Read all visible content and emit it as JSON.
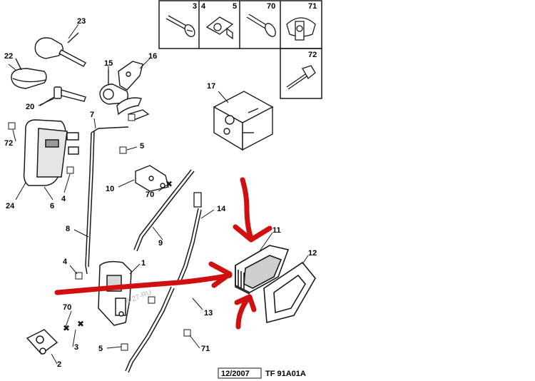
{
  "diagram": {
    "callouts": {
      "n23": "23",
      "n22": "22",
      "n20": "20",
      "n15": "15",
      "n16": "16",
      "n7": "7",
      "n72": "72",
      "n24": "24",
      "n6": "6",
      "n4a": "4",
      "n5a": "5",
      "n10": "10",
      "n70a": "70",
      "n17": "17",
      "n8": "8",
      "n9": "9",
      "n14": "14",
      "n11": "11",
      "n12": "12",
      "n1": "1",
      "n4b": "4",
      "n70b": "70",
      "n3": "3",
      "n5b": "5",
      "n2": "2",
      "n13": "13",
      "n71": "71"
    },
    "legend": {
      "c3": "3",
      "c4": "4",
      "c5": "5",
      "c70": "70",
      "c71": "71",
      "c72": "72"
    },
    "footer": {
      "date": "12/2007",
      "ref": "TF 91A01A"
    },
    "watermark": "8-27-RU"
  },
  "colors": {
    "line": "#1a1a1a",
    "annotation_red": "#d01010",
    "background": "#ffffff",
    "part_gray": "#bdbdbd"
  }
}
